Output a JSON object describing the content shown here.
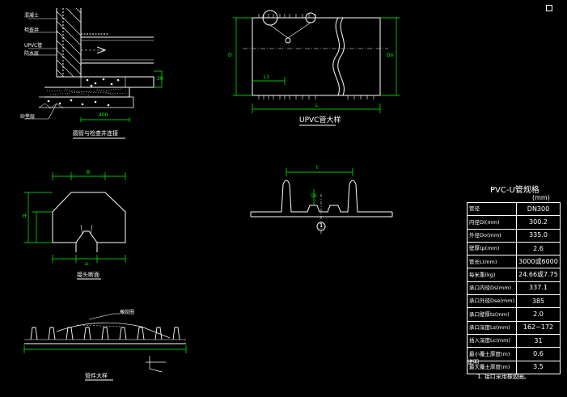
{
  "labels": {
    "drainage_section": "圆管与检查井连接",
    "joint_detail": "接头断面",
    "fitting_detail": "管件大样",
    "upvc_title": "UPVC管大样",
    "note_title": "说明",
    "note_1": "1. 接口采用橡胶圈。",
    "callout_a": "混凝土",
    "callout_b": "检查井",
    "callout_c": "UPVC管",
    "callout_d": "防水层",
    "callout_e": "砂垫层",
    "callout_f": "橡胶圈",
    "dim_400": "400",
    "dim_30": "30",
    "dim_l": "L",
    "dim_l1": "L1",
    "dim_d": "D",
    "dim_t": "t",
    "dim_di": "Di",
    "dim_do": "Do",
    "dim_b": "B",
    "dim_h": "H",
    "dim_a": "a",
    "marker_1": "1"
  },
  "spec_table": {
    "title": "PVC-U管规格",
    "unit": "(mm)",
    "rows": [
      {
        "k": "管径",
        "v": "DN300"
      },
      {
        "k": "内径Di(mm)",
        "v": "300.2"
      },
      {
        "k": "外径Do(mm)",
        "v": "335.0"
      },
      {
        "k": "壁厚tp(mm)",
        "v": "2.6"
      },
      {
        "k": "管长L(mm)",
        "v": "3000或6000"
      },
      {
        "k": "每米重(kg)",
        "v": "24.66或7.75"
      },
      {
        "k": "承口内径Ds(mm)",
        "v": "337.1"
      },
      {
        "k": "承口外径Dse(mm)",
        "v": "385"
      },
      {
        "k": "承口壁厚ts(mm)",
        "v": "2.0"
      },
      {
        "k": "承口深度Ls(mm)",
        "v": "162~172"
      },
      {
        "k": "插入深度Lc(mm)",
        "v": "31"
      },
      {
        "k": "最小覆土厚度(m)",
        "v": "0.6"
      },
      {
        "k": "最大覆土厚度(m)",
        "v": "3.5"
      }
    ]
  },
  "colors": {
    "background": "#000000",
    "line": "#ffffff",
    "dimension": "#00ff00",
    "marker": "#ffffff"
  }
}
